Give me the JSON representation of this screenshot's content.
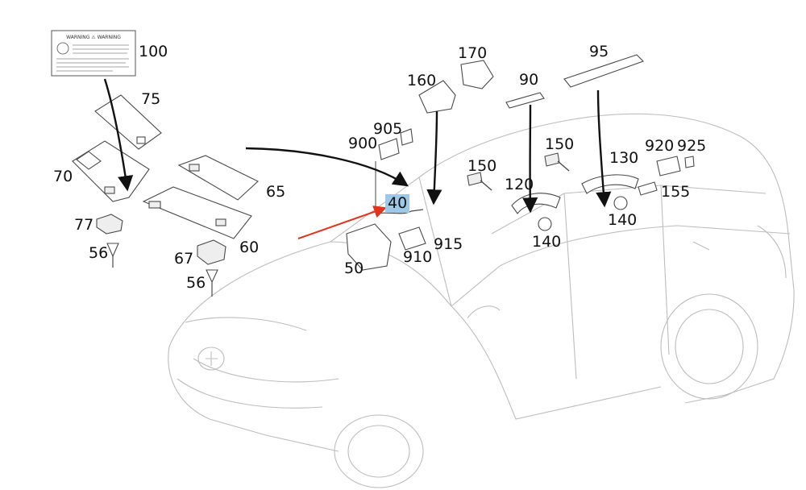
{
  "colors": {
    "highlight": "#9cc9e8",
    "pointer_arrow": "#e0351c",
    "flow_arrow": "#111111",
    "car_outline": "#bdbdbd"
  },
  "label_sticker": {
    "heading": "WARNING ⚠ WARNING"
  },
  "callouts": {
    "c100": "100",
    "c75": "75",
    "c70": "70",
    "c65": "65",
    "c60": "60",
    "c77": "77",
    "c56a": "56",
    "c67": "67",
    "c56b": "56",
    "c160": "160",
    "c170": "170",
    "c90": "90",
    "c95": "95",
    "c905": "905",
    "c900": "900",
    "c40": "40",
    "c50": "50",
    "c910": "910",
    "c915": "915",
    "c150a": "150",
    "c150b": "150",
    "c120": "120",
    "c140a": "140",
    "c130": "130",
    "c920": "920",
    "c925": "925",
    "c155": "155",
    "c140b": "140"
  },
  "selected_part": "40"
}
